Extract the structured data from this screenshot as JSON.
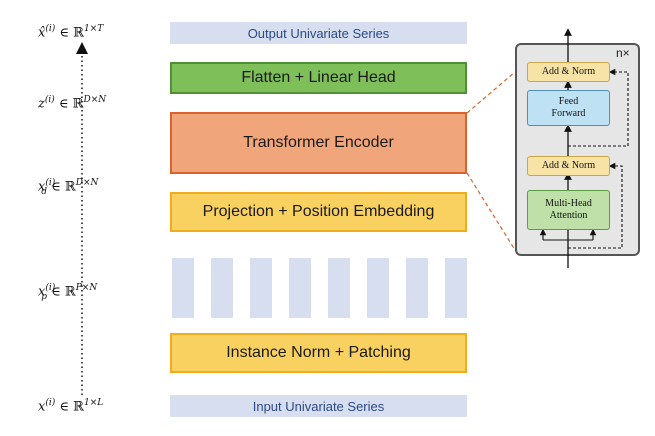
{
  "left_labels": {
    "output": {
      "base": "x̂",
      "sup": "(i)",
      "space": "ℝ",
      "dims": "1×T"
    },
    "z": {
      "base": "z",
      "sup": "(i)",
      "space": "ℝ",
      "dims": "D×N"
    },
    "xd": {
      "base": "x",
      "sup": "(i)",
      "sub": "d",
      "space": "ℝ",
      "dims": "D×N"
    },
    "xp": {
      "base": "x",
      "sup": "(i)",
      "sub": "p",
      "space": "ℝ",
      "dims": "P×N"
    },
    "input": {
      "base": "x",
      "sup": "(i)",
      "space": "ℝ",
      "dims": "1×L"
    },
    "in_symbol": "∈"
  },
  "blocks": {
    "output_series": "Output Univariate Series",
    "flatten_head": "Flatten + Linear Head",
    "transformer_encoder": "Transformer Encoder",
    "projection": "Projection + Position Embedding",
    "instance_norm": "Instance Norm + Patching",
    "input_series": "Input Univariate Series"
  },
  "encoder_detail": {
    "repeat": "n×",
    "add_norm_top": "Add & Norm",
    "feed_forward": [
      "Feed",
      "Forward"
    ],
    "add_norm_bottom": "Add & Norm",
    "multi_head": [
      "Multi-Head",
      "Attention"
    ]
  },
  "patch_count": 8,
  "colors": {
    "series_fill": "#d6deef",
    "green": "#7fbf5a",
    "orange": "#f0a67a",
    "yellow": "#f9d160",
    "connector": "#d9622e"
  }
}
